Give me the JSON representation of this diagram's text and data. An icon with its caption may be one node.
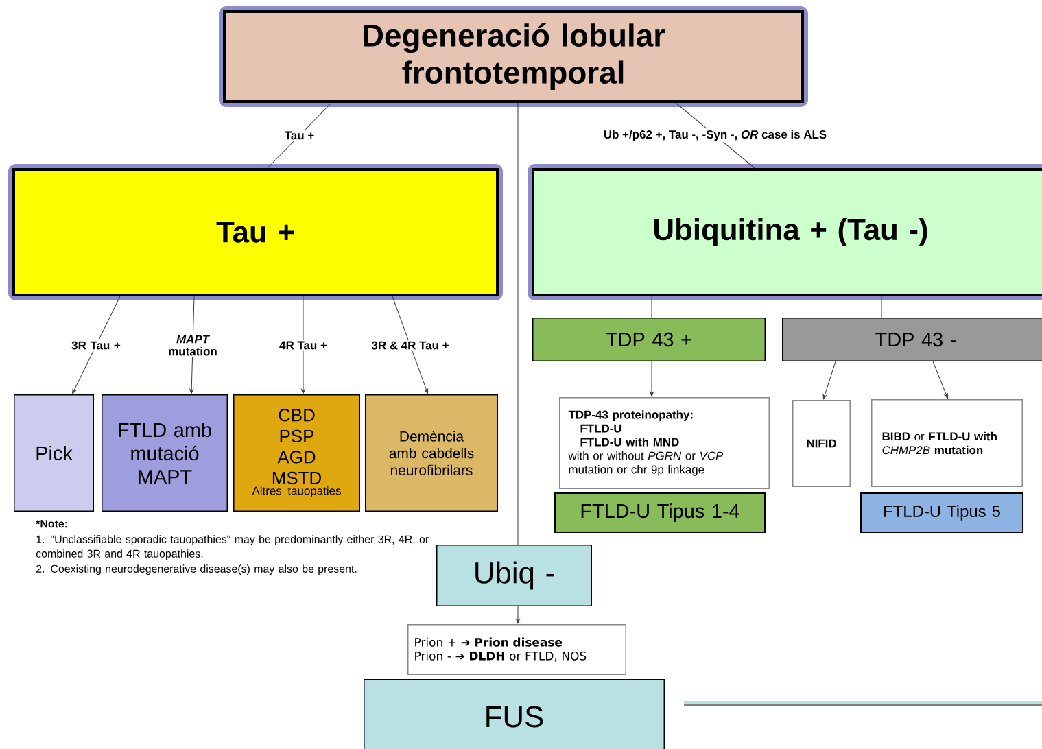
{
  "diagram": {
    "nodes": [
      {
        "text": [
          "Degeneració lobular frontotemporal"
        ]
      },
      {
        "text": [
          "Tau +"
        ]
      },
      {
        "text": [
          "Ubiquitina + (Tau -)"
        ]
      },
      {
        "text": [
          "Pick"
        ]
      },
      {
        "text": [
          "FTLD amb mutació MAPT"
        ]
      },
      {
        "text": [
          "CBD PSP AGD MSTD",
          "Altres tauopaties"
        ]
      },
      {
        "text": [
          "Demència amb cabdells neurofibrilars"
        ]
      },
      {
        "text": [
          "TDP 43 +"
        ]
      },
      {
        "text": [
          "TDP 43 -"
        ]
      },
      {
        "text": [
          "TDP-43 proteinopathy:",
          "FTLD-U",
          "FTLD-U with MND",
          "with or without *PGRN* or *VCP* mutation or chr 9p linkage"
        ]
      },
      {
        "text": [
          "NIFID"
        ]
      },
      {
        "text": [
          "**BIBD** or **FTLD-U with** *CHMP2B* **mutation**"
        ]
      },
      {
        "text": [
          "FTLD-U Tipus 1-4"
        ]
      },
      {
        "text": [
          "FTLD-U Tipus 5"
        ]
      },
      {
        "text": [
          "Ubiq -"
        ]
      },
      {
        "text": [
          "Prion  + ➔ **Prion disease**",
          "Prion - ➔ **DLDH** or FTLD, NOS"
        ]
      },
      {
        "text": [
          "FUS"
        ]
      }
    ],
    "edges": [
      {
        "from": 0,
        "to": 1,
        "arrow": "none",
        "label": "Tau +"
      },
      {
        "from": 0,
        "to": 2,
        "arrow": "none",
        "label": "Ub +/p62 +, Tau -,   -Syn -, *OR* case is ALS"
      },
      {
        "from": 1,
        "to": 3,
        "arrow": "to",
        "label": "3R Tau +"
      },
      {
        "from": 1,
        "to": 4,
        "arrow": "to",
        "label": "*MAPT* mutation"
      },
      {
        "from": 1,
        "to": 5,
        "arrow": "to",
        "label": "4R Tau +"
      },
      {
        "from": 1,
        "to": 6,
        "arrow": "to",
        "label": "3R & 4R Tau +"
      },
      {
        "from": 0,
        "to": 14,
        "arrow": "none"
      },
      {
        "from": 2,
        "to": 7,
        "arrow": "none"
      },
      {
        "from": 2,
        "to": 8,
        "arrow": "none"
      },
      {
        "from": 7,
        "to": 9,
        "arrow": "to"
      },
      {
        "from": 8,
        "to": 10,
        "arrow": "to"
      },
      {
        "from": 8,
        "to": 11,
        "arrow": "to"
      },
      {
        "from": 14,
        "to": 15,
        "arrow": "to"
      }
    ],
    "labels": [
      "*Note:",
      "1. \"Unclassifiable sporadic tauopathies\" may be predominantly  either 3R, 4R, or combined 3R and 4R tauopathies.",
      "2. Coexisting neurodegenerative disease(s) may also be present."
    ]
  }
}
